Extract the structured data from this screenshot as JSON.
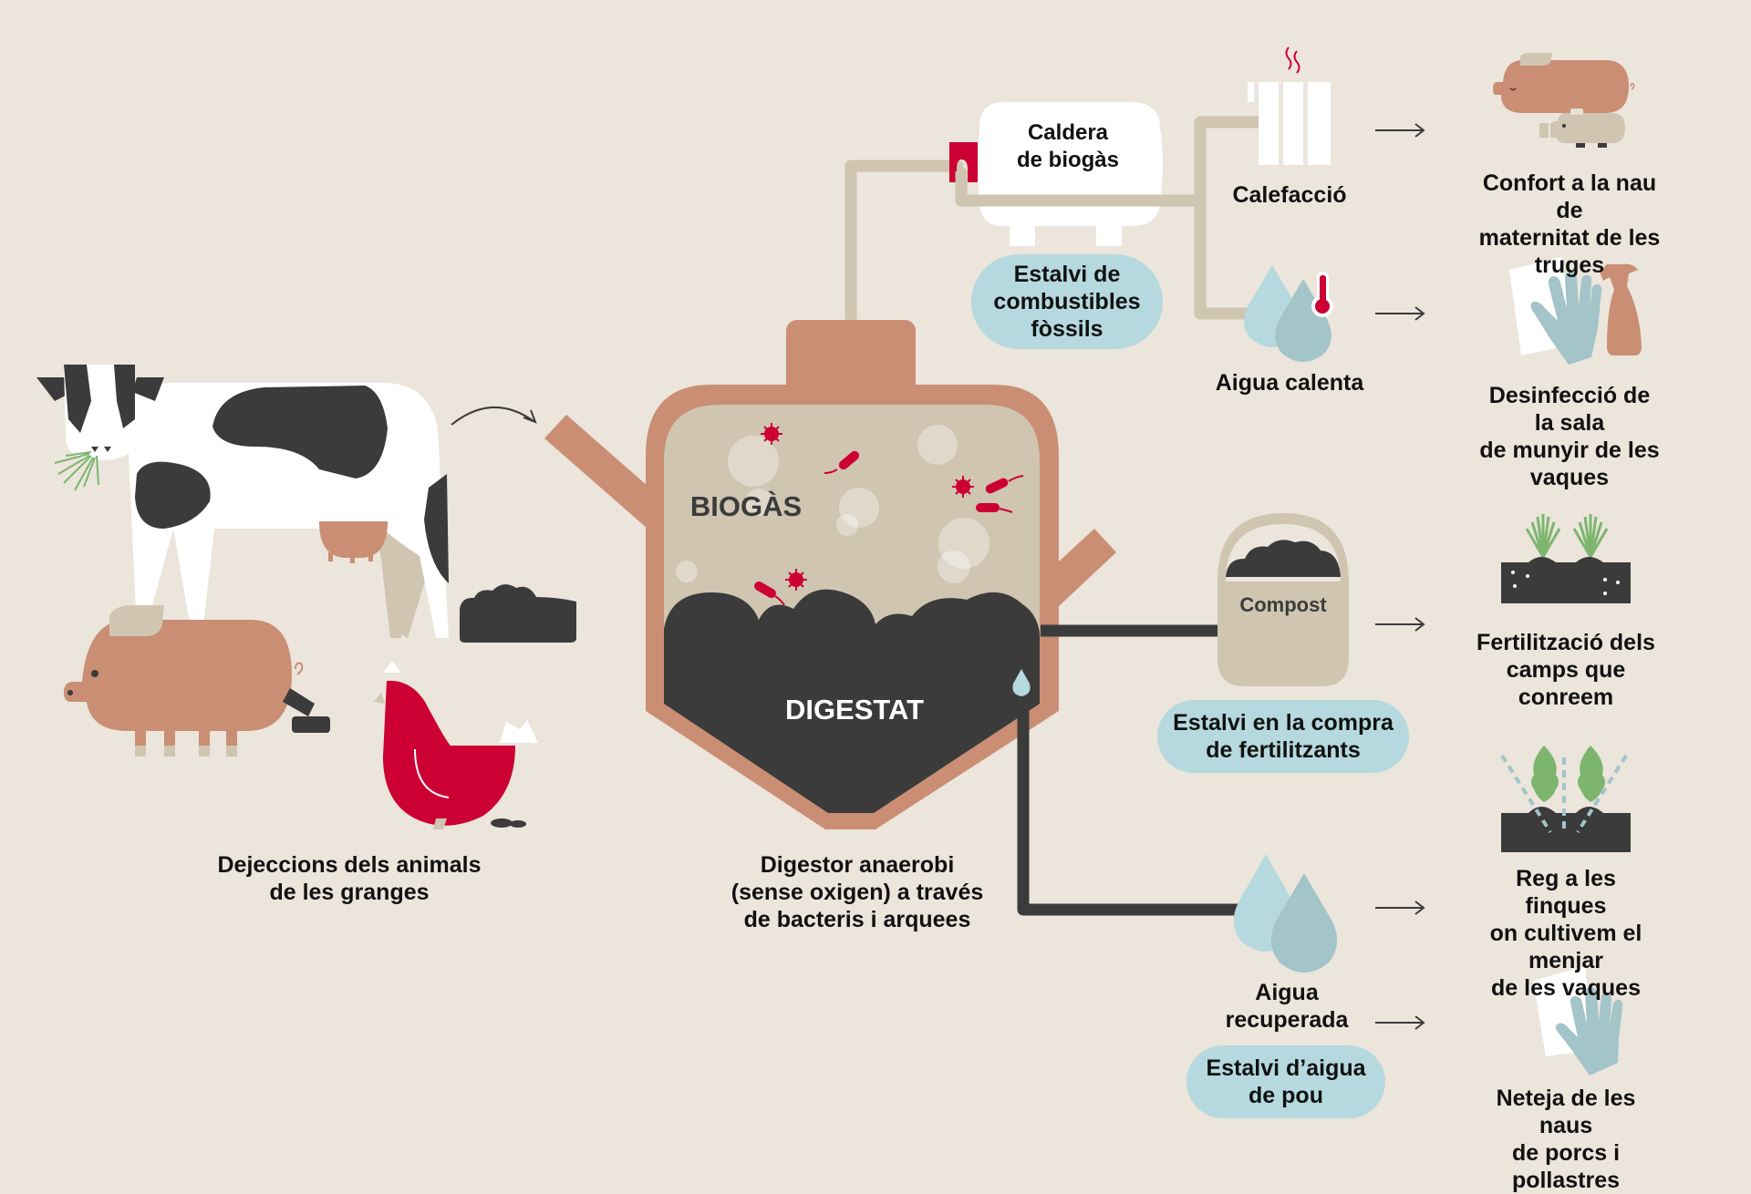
{
  "colors": {
    "background": "#ebe5dc",
    "terracotta": "#c98e74",
    "beige": "#cfc5b0",
    "dark": "#3b3b3b",
    "red": "#cc0033",
    "water_light": "#b5d9df",
    "water_dark": "#a3c4c9",
    "green": "#7db56f",
    "white": "#ffffff"
  },
  "sources": {
    "label": "Dejeccions dels animals\nde les granges",
    "icons": [
      "cow-icon",
      "pig-icon",
      "chicken-icon",
      "manure-icon"
    ]
  },
  "digester": {
    "gas_label": "BIOGÀS",
    "digestate_label": "DIGESTAT",
    "caption": "Digestor anaerobi\n(sense oxigen) a través\nde bacteris i arquees"
  },
  "boiler": {
    "label": "Caldera\nde biogàs",
    "saving": "Estalvi de\ncombustibles\nfòssils"
  },
  "heating": {
    "label": "Calefacció",
    "use": "Confort a la nau de\nmaternitat de les truges"
  },
  "hot_water": {
    "label": "Aigua calenta",
    "use": "Desinfecció de la sala\nde munyir de les vaques"
  },
  "compost": {
    "bucket_label": "Compost",
    "saving": "Estalvi en la compra\nde fertilitzants",
    "use": "Fertilització dels\ncamps que conreem"
  },
  "recovered_water": {
    "label": "Aigua\nrecuperada",
    "saving": "Estalvi d’aigua\nde pou",
    "uses": [
      "Reg a les finques\non cultivem el menjar\nde les vaques",
      "Neteja de les naus\nde porcs i pollastres"
    ]
  }
}
